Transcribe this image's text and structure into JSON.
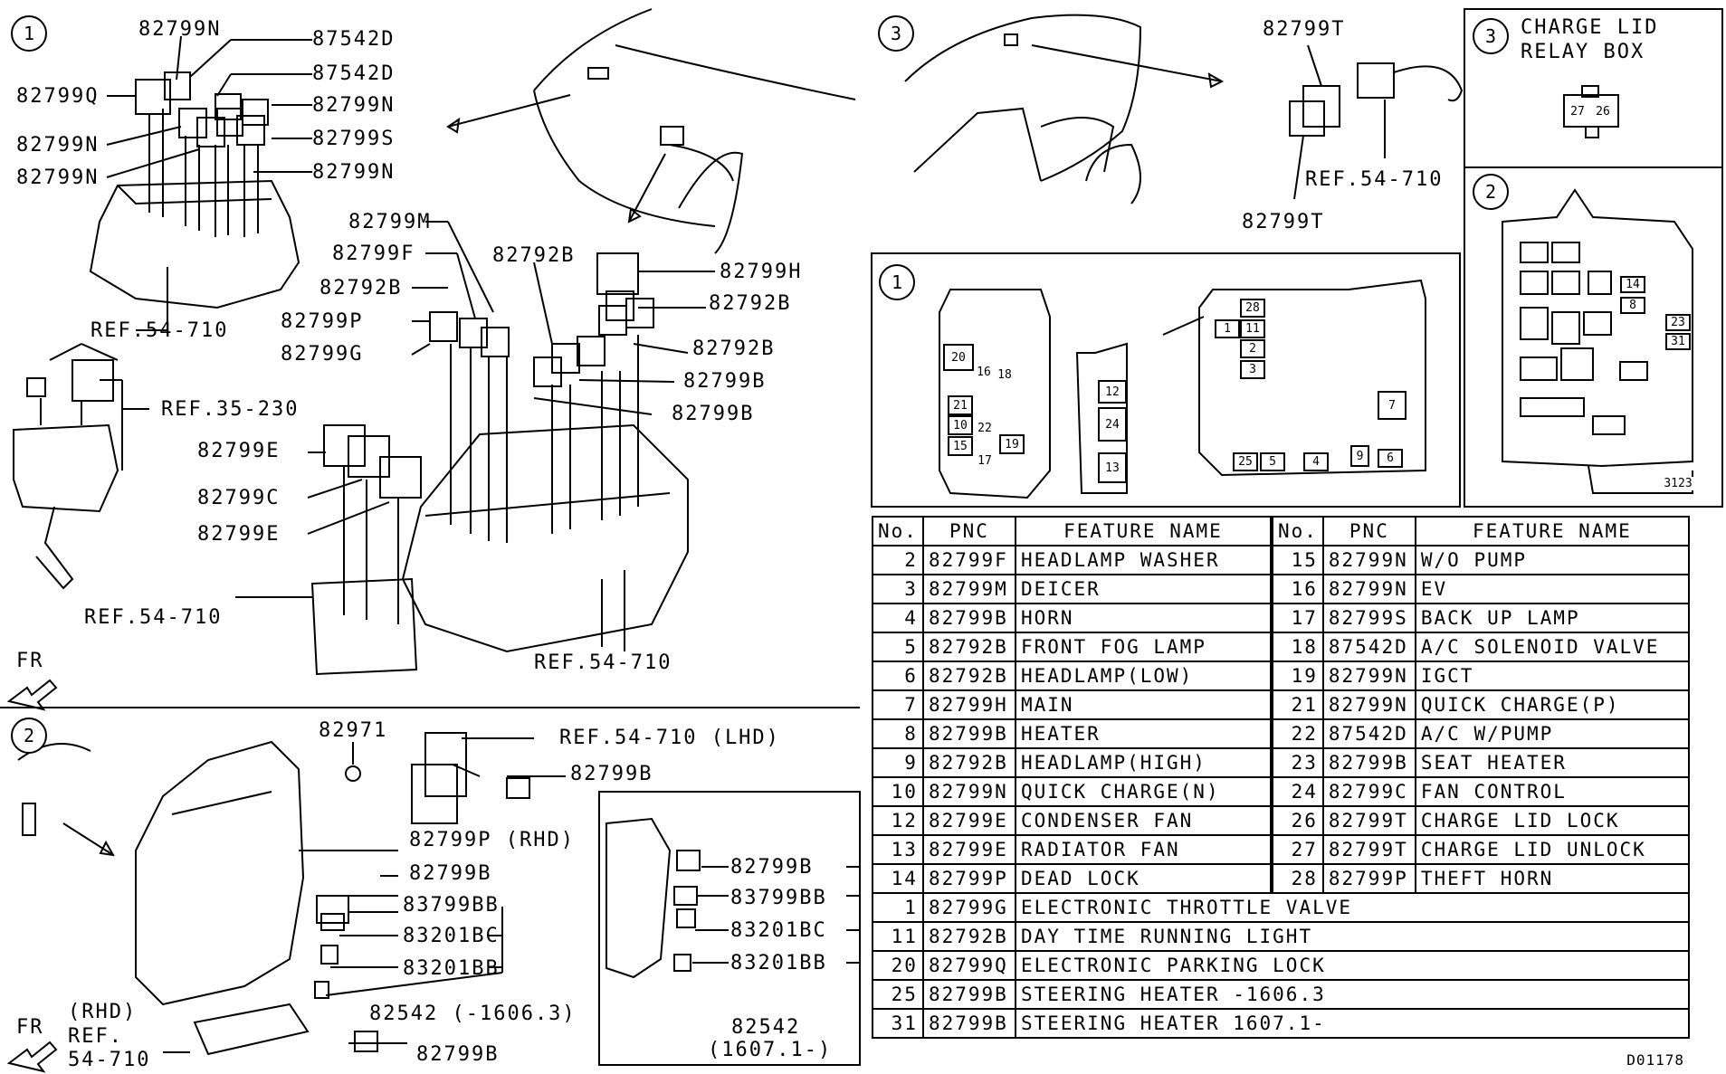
{
  "callouts": {
    "sec1": "1",
    "sec2": "2",
    "sec3": "3",
    "sec1b": "1",
    "sec2b": "2",
    "sec3b": "3"
  },
  "labels": {
    "l_82799N_a": "82799N",
    "l_87542D_a": "87542D",
    "l_82799Q": "82799Q",
    "l_87542D_b": "87542D",
    "l_82799N_b": "82799N",
    "l_82799N_c": "82799N",
    "l_82799S": "82799S",
    "l_82799N_d": "82799N",
    "l_82799N_e": "82799N",
    "l_ref54_a": "REF.54-710",
    "l_ref35": "REF.35-230",
    "l_82799M": "82799M",
    "l_82799F": "82799F",
    "l_82792B_a": "82792B",
    "l_82792B_b": "82792B",
    "l_82799H": "82799H",
    "l_82792B_c": "82792B",
    "l_82799P": "82799P",
    "l_82799G": "82799G",
    "l_82792B_d": "82792B",
    "l_82799B_a": "82799B",
    "l_82799B_b": "82799B",
    "l_82799E_a": "82799E",
    "l_82799C": "82799C",
    "l_82799E_b": "82799E",
    "l_ref54_b": "REF.54-710",
    "l_ref54_c": "REF.54-710",
    "l_fr1": "FR",
    "l_82971": "82971",
    "l_ref54_lhd": "REF.54-710 (LHD)",
    "l_82799B_c": "82799B",
    "l_82799P_rhd": "82799P (RHD)",
    "l_82799B_d": "82799B",
    "l_83799BB_a": "83799BB",
    "l_83201BC_a": "83201BC",
    "l_83201BB_a": "83201BB",
    "l_82542_a": "82542 (-1606.3)",
    "l_rhd": "(RHD)",
    "l_ref_rhd": "REF.",
    "l_ref_rhd2": "54-710",
    "l_82799B_e": "82799B",
    "l_fr2": "FR",
    "l_82799B_f": "82799B",
    "l_83799BB_b": "83799BB",
    "l_83201BC_b": "83201BC",
    "l_83201BB_b": "83201BB",
    "l_82542_b": "82542",
    "l_82542_b2": "(1607.1-)",
    "l_82799T_a": "82799T",
    "l_ref54_d": "REF.54-710",
    "l_82799T_b": "82799T",
    "l_charge1": "CHARGE LID",
    "l_charge2": "RELAY BOX"
  },
  "fuses": {
    "f20": "20",
    "f16": "16",
    "f18": "18",
    "f21": "21",
    "f10": "10",
    "f22": "22",
    "f15": "15",
    "f19": "19",
    "f17": "17",
    "f12": "12",
    "f24": "24",
    "f13": "13",
    "f28": "28",
    "f1": "1",
    "f11": "11",
    "f2": "2",
    "f3": "3",
    "f7": "7",
    "f25": "25",
    "f5": "5",
    "f4": "4",
    "f9": "9",
    "f6": "6",
    "f27": "27",
    "f26": "26",
    "f14": "14",
    "f8": "8",
    "f23": "23",
    "f31": "31",
    "f3123": "3123"
  },
  "table": {
    "headers": {
      "no": "No.",
      "pnc": "PNC",
      "feature": "FEATURE NAME"
    },
    "rows": [
      {
        "no": "2",
        "pnc": "82799F",
        "feature": "HEADLAMP WASHER",
        "no2": "15",
        "pnc2": "82799N",
        "feature2": "W/O PUMP"
      },
      {
        "no": "3",
        "pnc": "82799M",
        "feature": "DEICER",
        "no2": "16",
        "pnc2": "82799N",
        "feature2": "EV"
      },
      {
        "no": "4",
        "pnc": "82799B",
        "feature": "HORN",
        "no2": "17",
        "pnc2": "82799S",
        "feature2": "BACK UP LAMP"
      },
      {
        "no": "5",
        "pnc": "82792B",
        "feature": "FRONT FOG LAMP",
        "no2": "18",
        "pnc2": "87542D",
        "feature2": "A/C SOLENOID VALVE"
      },
      {
        "no": "6",
        "pnc": "82792B",
        "feature": "HEADLAMP(LOW)",
        "no2": "19",
        "pnc2": "82799N",
        "feature2": "IGCT"
      },
      {
        "no": "7",
        "pnc": "82799H",
        "feature": "MAIN",
        "no2": "21",
        "pnc2": "82799N",
        "feature2": "QUICK CHARGE(P)"
      },
      {
        "no": "8",
        "pnc": "82799B",
        "feature": "HEATER",
        "no2": "22",
        "pnc2": "87542D",
        "feature2": "A/C W/PUMP"
      },
      {
        "no": "9",
        "pnc": "82792B",
        "feature": "HEADLAMP(HIGH)",
        "no2": "23",
        "pnc2": "82799B",
        "feature2": "SEAT HEATER"
      },
      {
        "no": "10",
        "pnc": "82799N",
        "feature": "QUICK CHARGE(N)",
        "no2": "24",
        "pnc2": "82799C",
        "feature2": "FAN CONTROL"
      },
      {
        "no": "12",
        "pnc": "82799E",
        "feature": "CONDENSER FAN",
        "no2": "26",
        "pnc2": "82799T",
        "feature2": "CHARGE LID LOCK"
      },
      {
        "no": "13",
        "pnc": "82799E",
        "feature": "RADIATOR FAN",
        "no2": "27",
        "pnc2": "82799T",
        "feature2": "CHARGE LID UNLOCK"
      },
      {
        "no": "14",
        "pnc": "82799P",
        "feature": "DEAD LOCK",
        "no2": "28",
        "pnc2": "82799P",
        "feature2": "THEFT HORN"
      }
    ],
    "wide_rows": [
      {
        "no": "1",
        "pnc": "82799G",
        "feature": "ELECTRONIC THROTTLE VALVE"
      },
      {
        "no": "11",
        "pnc": "82792B",
        "feature": "DAY TIME RUNNING LIGHT"
      },
      {
        "no": "20",
        "pnc": "82799Q",
        "feature": "ELECTRONIC PARKING LOCK"
      },
      {
        "no": "25",
        "pnc": "82799B",
        "feature": "STEERING HEATER -1606.3"
      },
      {
        "no": "31",
        "pnc": "82799B",
        "feature": "STEERING HEATER 1607.1-"
      }
    ]
  },
  "diagram_id": "D01178"
}
